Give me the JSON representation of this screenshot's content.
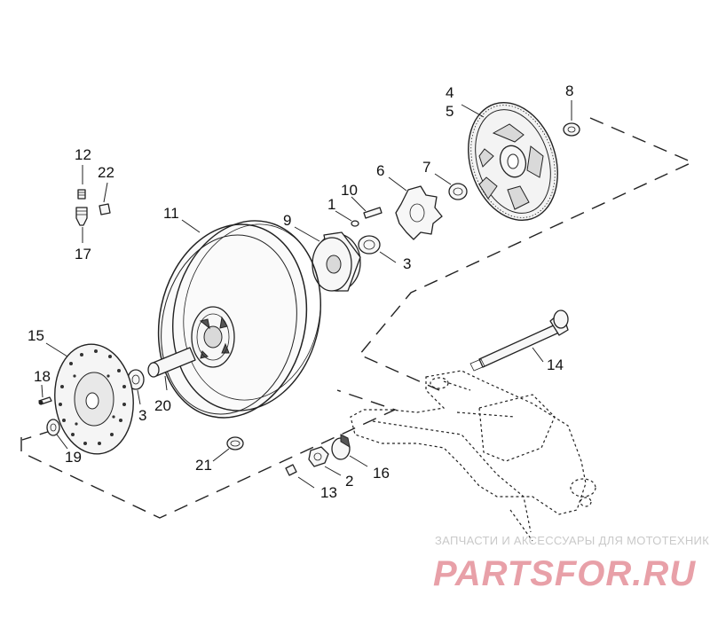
{
  "diagram": {
    "callouts": {
      "c1": "1",
      "c2": "2",
      "c3a": "3",
      "c3b": "3",
      "c4": "4",
      "c5": "5",
      "c6": "6",
      "c7": "7",
      "c8": "8",
      "c9": "9",
      "c10": "10",
      "c11": "11",
      "c12": "12",
      "c13": "13",
      "c14": "14",
      "c15": "15",
      "c16": "16",
      "c17": "17",
      "c18": "18",
      "c19": "19",
      "c20": "20",
      "c21": "21",
      "c22": "22"
    }
  },
  "watermark": {
    "tagline": "ЗАПЧАСТИ И АКСЕССУАРЫ ДЛЯ МОТОТЕХНИКИ",
    "logo": "PARTSFOR.RU",
    "logo_color": "#e8a0a8"
  }
}
